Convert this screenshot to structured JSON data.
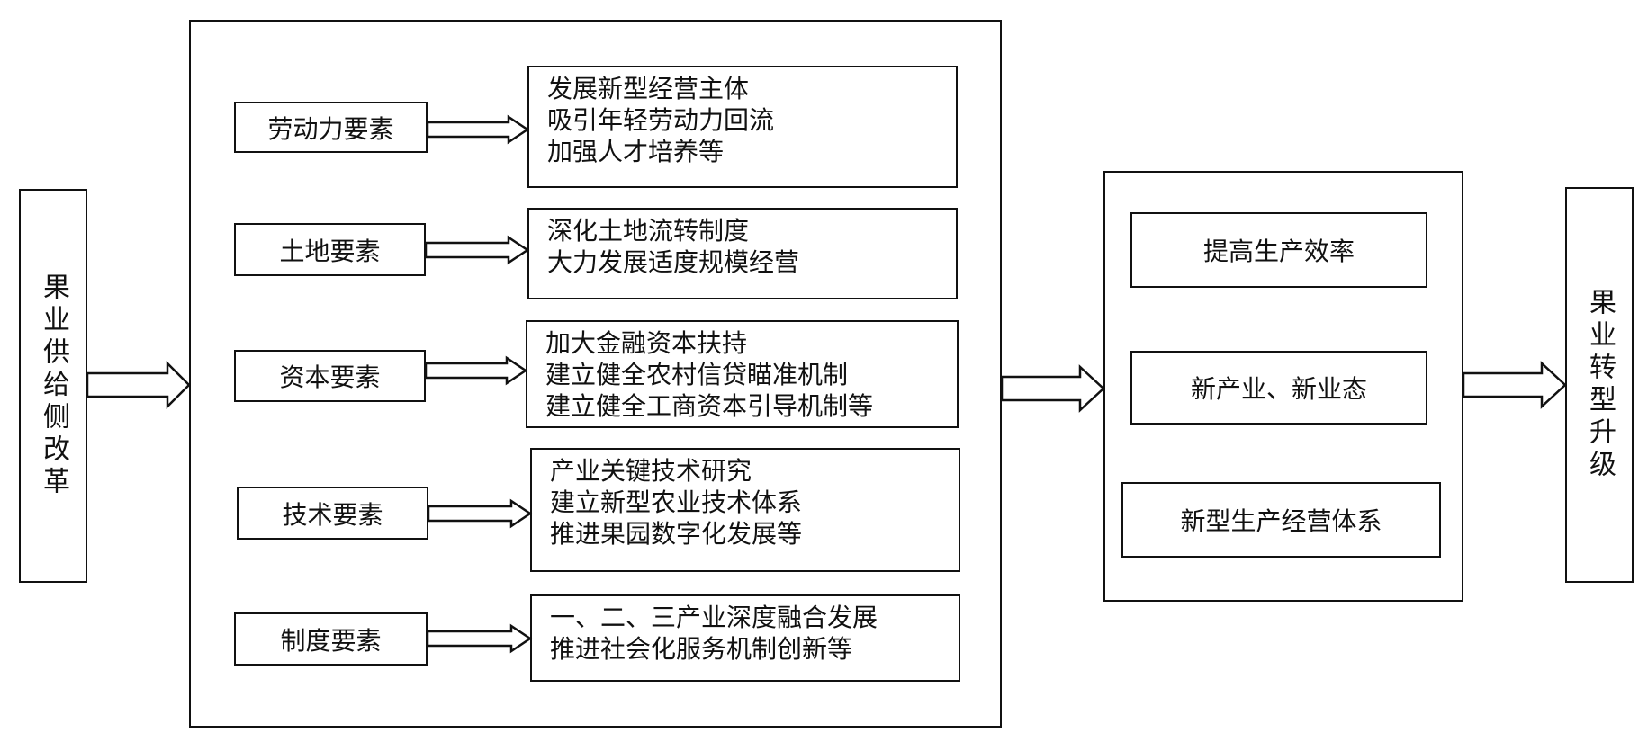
{
  "left": {
    "label": "果业供给侧改革"
  },
  "factors": [
    {
      "name": "劳动力要素",
      "lines": [
        "发展新型经营主体",
        "吸引年轻劳动力回流",
        "加强人才培养等"
      ]
    },
    {
      "name": "土地要素",
      "lines": [
        "深化土地流转制度",
        "大力发展适度规模经营"
      ]
    },
    {
      "name": "资本要素",
      "lines": [
        "加大金融资本扶持",
        "建立健全农村信贷瞄准机制",
        "建立健全工商资本引导机制等"
      ]
    },
    {
      "name": "技术要素",
      "lines": [
        "产业关键技术研究",
        "建立新型农业技术体系",
        "推进果园数字化发展等"
      ]
    },
    {
      "name": "制度要素",
      "lines": [
        "一、二、三产业深度融合发展",
        "推进社会化服务机制创新等"
      ]
    }
  ],
  "outcomes": [
    "提高生产效率",
    "新产业、新业态",
    "新型生产经营体系"
  ],
  "right": {
    "label": "果业转型升级"
  }
}
